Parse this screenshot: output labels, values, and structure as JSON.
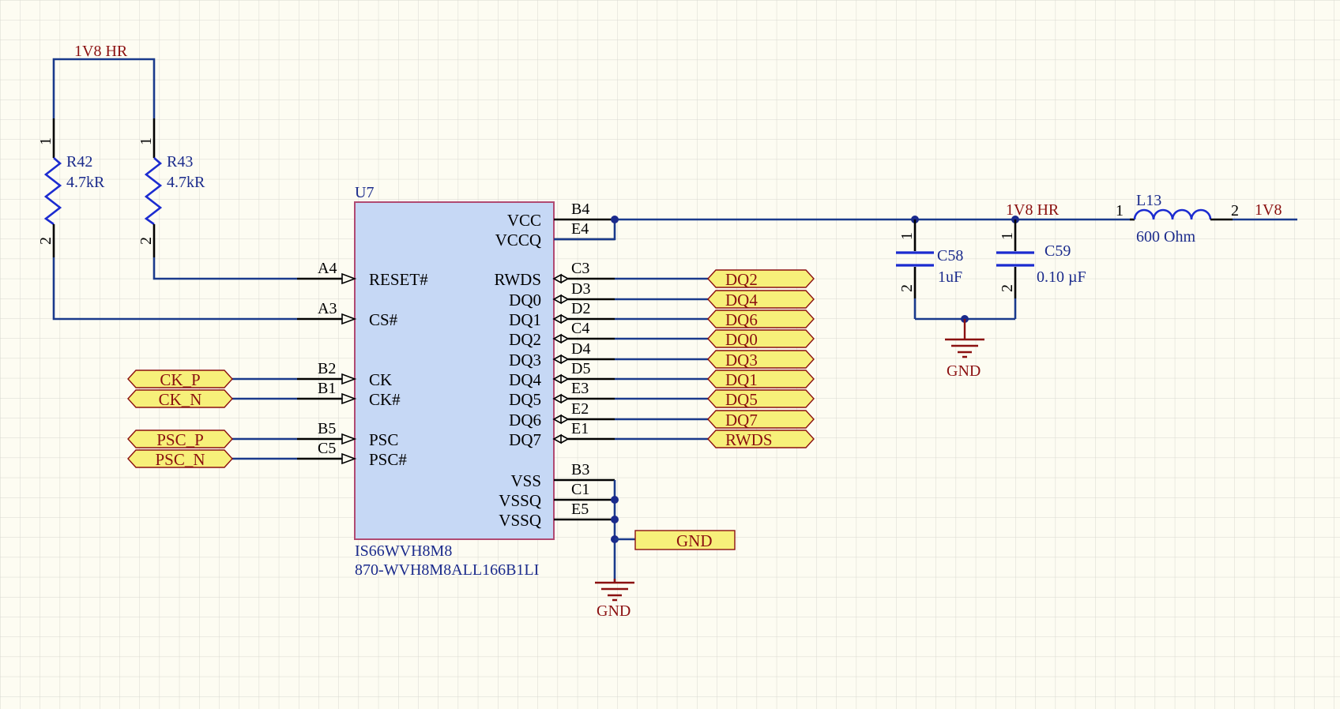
{
  "nets": {
    "rail_left": "1V8  HR",
    "rail_right": "1V8  HR",
    "vin": "1V8",
    "gnd_cap": "GND",
    "gnd_main": "GND",
    "gnd_port": "GND"
  },
  "resistors": [
    {
      "ref": "R42",
      "value": "4.7kR",
      "pin1": "1",
      "pin2": "2"
    },
    {
      "ref": "R43",
      "value": "4.7kR",
      "pin1": "1",
      "pin2": "2"
    }
  ],
  "ic": {
    "ref": "U7",
    "part": "IS66WVH8M8",
    "mfr_pn": "870-WVH8M8ALL166B1LI",
    "left_pins": [
      {
        "num": "A4",
        "name": "RESET#"
      },
      {
        "num": "A3",
        "name": "CS#"
      },
      {
        "num": "B2",
        "name": "CK"
      },
      {
        "num": "B1",
        "name": "CK#"
      },
      {
        "num": "B5",
        "name": "PSC"
      },
      {
        "num": "C5",
        "name": "PSC#"
      }
    ],
    "right_power": [
      {
        "num": "B4",
        "name": "VCC"
      },
      {
        "num": "E4",
        "name": "VCCQ"
      }
    ],
    "right_signals": [
      {
        "num": "C3",
        "name": "RWDS"
      },
      {
        "num": "D3",
        "name": "DQ0"
      },
      {
        "num": "D2",
        "name": "DQ1"
      },
      {
        "num": "C4",
        "name": "DQ2"
      },
      {
        "num": "D4",
        "name": "DQ3"
      },
      {
        "num": "D5",
        "name": "DQ4"
      },
      {
        "num": "E3",
        "name": "DQ5"
      },
      {
        "num": "E2",
        "name": "DQ6"
      },
      {
        "num": "E1",
        "name": "DQ7"
      }
    ],
    "right_ground": [
      {
        "num": "B3",
        "name": "VSS"
      },
      {
        "num": "C1",
        "name": "VSSQ"
      },
      {
        "num": "E5",
        "name": "VSSQ"
      }
    ]
  },
  "left_ports": [
    "CK_P",
    "CK_N",
    "PSC_P",
    "PSC_N"
  ],
  "right_ports": [
    "DQ2",
    "DQ4",
    "DQ6",
    "DQ0",
    "DQ3",
    "DQ1",
    "DQ5",
    "DQ7",
    "RWDS"
  ],
  "capacitors": [
    {
      "ref": "C58",
      "value": "1uF",
      "pin1": "1",
      "pin2": "2"
    },
    {
      "ref": "C59",
      "value": "0.10 µF",
      "pin1": "1",
      "pin2": "2"
    }
  ],
  "inductor": {
    "ref": "L13",
    "value": "600 Ohm",
    "pin1": "1",
    "pin2": "2"
  },
  "colors": {
    "background": "#fdfcf2",
    "grid": "#d8d8d0",
    "wire": "#1a3a8c",
    "ic_fill": "#c6d8f5",
    "ic_border": "#b04a72",
    "port_fill": "#f7f07a",
    "net_label": "#8b1010"
  }
}
